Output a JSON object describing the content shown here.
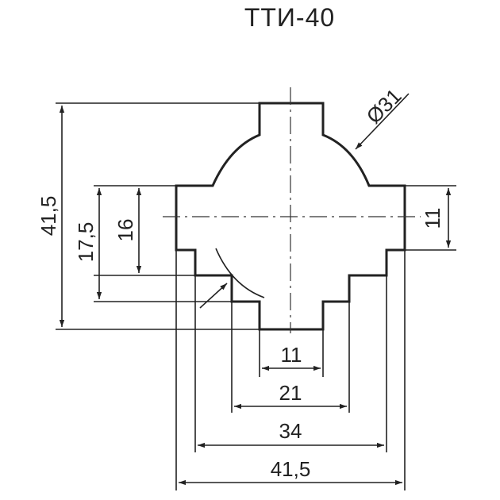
{
  "title": "ТТИ-40",
  "dimensions": {
    "overall_height": "41,5",
    "height_17_5": "17,5",
    "height_16": "16",
    "right_height": "11",
    "width_11": "11",
    "width_21": "21",
    "width_34": "34",
    "overall_width": "41,5",
    "diameter": "Ø31"
  },
  "colors": {
    "line": "#222222",
    "background": "#ffffff"
  }
}
